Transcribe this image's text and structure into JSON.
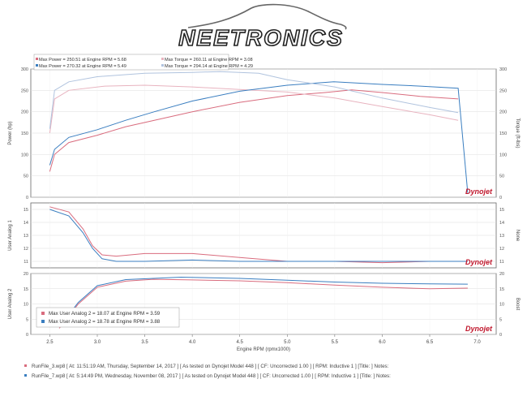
{
  "brand": {
    "name": "NEETRONICS"
  },
  "colors": {
    "run1": "#d96c7e",
    "run2": "#3a7ec0",
    "run1_light": "#e8b3bf",
    "run2_light": "#b0c3de",
    "frame": "#666666",
    "grid": "#dddddd",
    "dynojet_red": "#c0172c"
  },
  "chart_data": [
    {
      "type": "line",
      "panel": "power-torque",
      "ylabel": "Power (hp)",
      "y2label": "Torque (ft-lbs)",
      "ylim": [
        0,
        300
      ],
      "y2lim": [
        0,
        300
      ],
      "yticks": [
        0,
        50,
        100,
        150,
        200,
        250,
        300
      ],
      "y2ticks": [
        0,
        50,
        100,
        150,
        200,
        250,
        300
      ],
      "xlim": [
        2.3,
        7.2
      ],
      "legend_entries": [
        "Max Power = 250.51 at Engine RPM = 5.68",
        "Max Torque = 260.11 at Engine RPM = 3.08",
        "Max Power = 270.32 at Engine RPM = 5.49",
        "Max Torque = 294.14 at Engine RPM = 4.29"
      ],
      "series": [
        {
          "name": "Power",
          "run": 1,
          "axis": "left",
          "x": [
            2.5,
            2.55,
            2.7,
            3.0,
            3.3,
            3.6,
            4.0,
            4.5,
            5.0,
            5.4,
            5.68,
            6.0,
            6.4,
            6.8
          ],
          "y": [
            60,
            100,
            128,
            145,
            165,
            180,
            200,
            222,
            238,
            245,
            251,
            245,
            236,
            230
          ]
        },
        {
          "name": "Torque",
          "run": 1,
          "axis": "right",
          "x": [
            2.5,
            2.55,
            2.7,
            3.08,
            3.5,
            4.0,
            4.5,
            5.0,
            5.5,
            6.0,
            6.5,
            6.8
          ],
          "y": [
            150,
            230,
            250,
            260,
            262,
            258,
            252,
            246,
            232,
            212,
            193,
            180
          ]
        },
        {
          "name": "Power",
          "run": 2,
          "axis": "left",
          "x": [
            2.5,
            2.55,
            2.7,
            3.0,
            3.3,
            3.6,
            4.0,
            4.5,
            5.0,
            5.49,
            6.0,
            6.4,
            6.8,
            6.9
          ],
          "y": [
            75,
            112,
            140,
            158,
            180,
            200,
            225,
            248,
            262,
            270,
            264,
            260,
            255,
            10
          ]
        },
        {
          "name": "Torque",
          "run": 2,
          "axis": "right",
          "x": [
            2.5,
            2.55,
            2.7,
            3.0,
            3.5,
            4.0,
            4.29,
            4.7,
            5.0,
            5.5,
            6.0,
            6.5,
            6.8
          ],
          "y": [
            160,
            250,
            270,
            282,
            290,
            292,
            294,
            290,
            275,
            258,
            232,
            210,
            198
          ]
        }
      ]
    },
    {
      "type": "line",
      "panel": "user-analog-1",
      "ylabel": "User Analog 1",
      "y2label": "None",
      "ylim": [
        10.5,
        15.5
      ],
      "yticks": [
        11,
        12,
        13,
        14,
        15
      ],
      "y2ticks": [
        11,
        12,
        13,
        14,
        15
      ],
      "xlim": [
        2.3,
        7.2
      ],
      "series": [
        {
          "run": 1,
          "x": [
            2.5,
            2.7,
            2.85,
            2.95,
            3.05,
            3.2,
            3.5,
            4.0,
            4.5,
            5.0,
            5.5,
            6.0,
            6.5,
            6.9
          ],
          "y": [
            15.2,
            14.8,
            13.5,
            12.2,
            11.5,
            11.4,
            11.6,
            11.6,
            11.3,
            11.0,
            11.0,
            10.9,
            11.0,
            11.0
          ]
        },
        {
          "run": 2,
          "x": [
            2.5,
            2.7,
            2.85,
            2.95,
            3.05,
            3.2,
            3.5,
            4.0,
            4.5,
            5.0,
            5.5,
            6.0,
            6.5,
            6.9
          ],
          "y": [
            15.0,
            14.5,
            13.2,
            12.0,
            11.2,
            11.0,
            11.0,
            11.1,
            11.0,
            11.0,
            11.0,
            11.0,
            11.0,
            11.0
          ]
        }
      ]
    },
    {
      "type": "line",
      "panel": "user-analog-2",
      "ylabel": "User Analog 2",
      "y2label": "Boost",
      "ylim": [
        0,
        20
      ],
      "yticks": [
        0,
        5,
        10,
        15,
        20
      ],
      "y2ticks": [
        0,
        5,
        10,
        15,
        20
      ],
      "xlim": [
        2.3,
        7.2
      ],
      "xlabel": "Engine RPM (rpmx1000)",
      "xticks": [
        2.5,
        3.0,
        3.5,
        4.0,
        4.5,
        5.0,
        5.5,
        6.0,
        6.5,
        7.0
      ],
      "legend_entries": [
        "Max User Analog 2 = 18.07 at Engine RPM = 3.59",
        "Max User Analog 2 = 18.78 at Engine RPM = 3.88"
      ],
      "series": [
        {
          "run": 1,
          "x": [
            2.6,
            2.8,
            3.0,
            3.3,
            3.59,
            4.0,
            4.5,
            5.0,
            5.5,
            6.0,
            6.5,
            6.9
          ],
          "y": [
            2,
            10,
            15.5,
            17.5,
            18.1,
            17.9,
            17.6,
            17.0,
            16.2,
            15.5,
            15.0,
            15.2
          ]
        },
        {
          "run": 2,
          "x": [
            2.6,
            2.8,
            3.0,
            3.3,
            3.88,
            4.2,
            4.5,
            5.0,
            5.5,
            6.0,
            6.5,
            6.9
          ],
          "y": [
            2.5,
            10.5,
            16,
            18,
            18.8,
            18.6,
            18.4,
            17.8,
            17.2,
            16.8,
            16.6,
            16.5
          ]
        }
      ]
    }
  ],
  "footer": {
    "run1": "RunFile_3.wp8 [ At: 11:51:19 AM, Thursday, September 14, 2017 ] [ As tested on Dynojet Model 448 ] [ CF: Uncorrected 1.00 ] [ RPM: Inductive 1 ] [Title: ]  Notes:",
    "run2": "RunFile_7.wp8 [ At: 5:14:49 PM, Wednesday, November 08, 2017 ] [ As tested on Dynojet Model 448 ] [ CF: Uncorrected 1.00 ] [ RPM: Inductive 1 ] [Title: ]  Notes:"
  }
}
